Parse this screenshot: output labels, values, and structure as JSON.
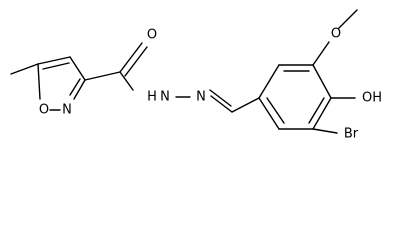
{
  "atoms": {
    "methoxy_o": "O",
    "carbonyl_o": "O",
    "hydroxyl": "OH",
    "isoxazole_o": "O",
    "isoxazole_n": "N",
    "hydrazide_nh": "H",
    "hydrazide_n1": "N",
    "hydrazone_n": "N",
    "bromo": "Br"
  }
}
